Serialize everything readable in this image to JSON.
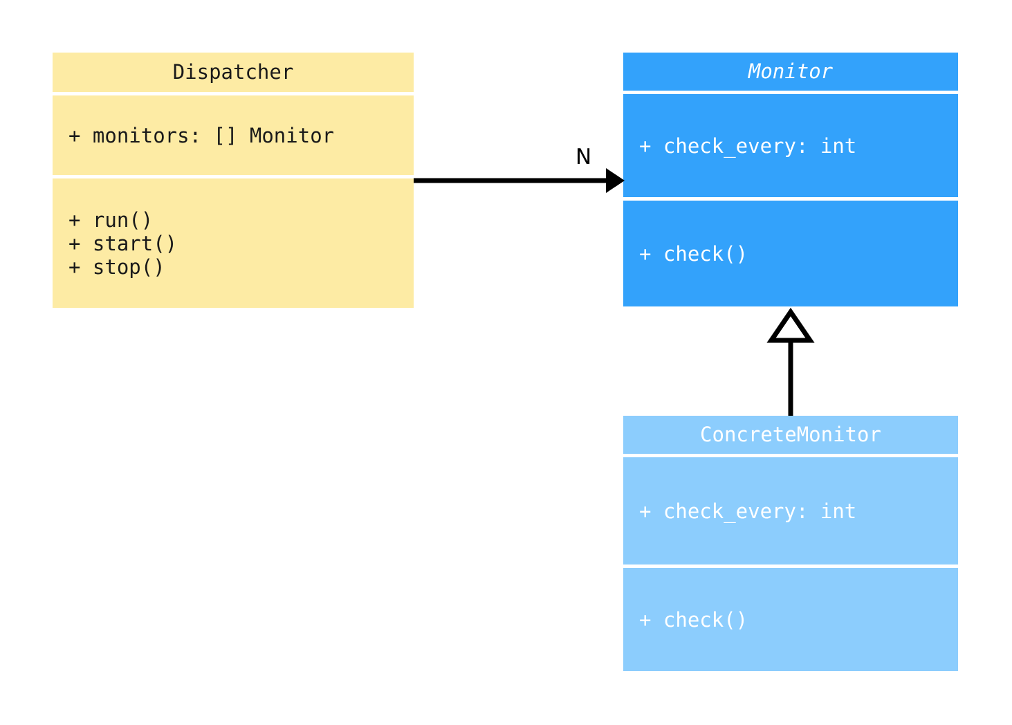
{
  "diagram": {
    "type": "uml-class-diagram",
    "background": "#ffffff"
  },
  "classes": [
    {
      "id": "dispatcher",
      "name": "Dispatcher",
      "abstract": false,
      "fill": "#fdeba4",
      "text_color": "#1a1a1a",
      "attributes": [
        "+ monitors: [] Monitor"
      ],
      "operations": [
        "+ run()",
        "+ start()",
        "+ stop()"
      ]
    },
    {
      "id": "monitor",
      "name": "Monitor",
      "abstract": true,
      "fill": "#33a2fb",
      "text_color": "#ffffff",
      "attributes": [
        "+ check_every: int"
      ],
      "operations": [
        "+ check()"
      ]
    },
    {
      "id": "concretemonitor",
      "name": "ConcreteMonitor",
      "abstract": false,
      "fill": "#8ccdfd",
      "text_color": "#ffffff",
      "attributes": [
        "+ check_every: int"
      ],
      "operations": [
        "+ check()"
      ]
    }
  ],
  "relationships": [
    {
      "id": "dispatcher-to-monitor",
      "kind": "association",
      "source": "Dispatcher",
      "target": "Monitor",
      "multiplicity_label": "N",
      "arrowhead": "filled-arrow",
      "color": "#000000"
    },
    {
      "id": "concretemonitor-to-monitor",
      "kind": "generalization",
      "source": "ConcreteMonitor",
      "target": "Monitor",
      "arrowhead": "hollow-triangle",
      "color": "#000000"
    }
  ]
}
